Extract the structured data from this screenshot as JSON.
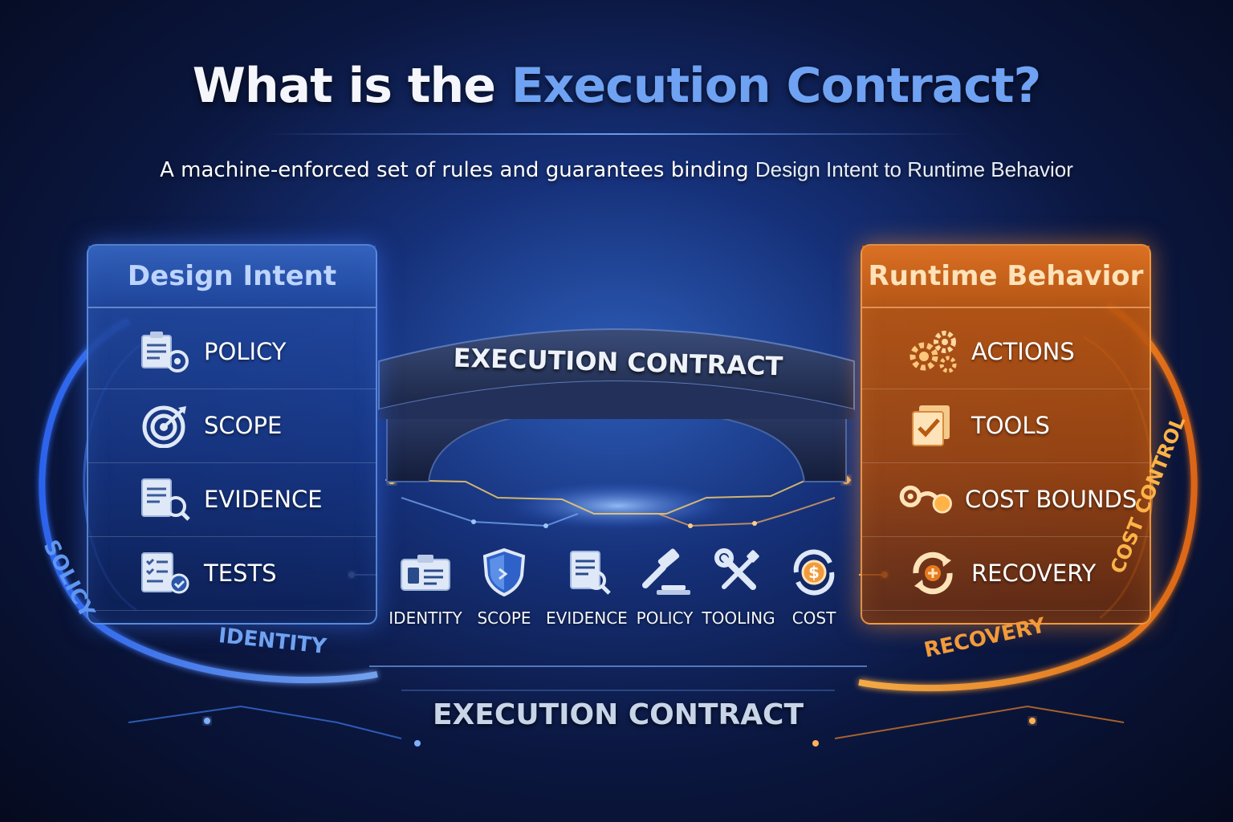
{
  "title": {
    "lead": "What is the ",
    "highlight": "Execution Contract?"
  },
  "subtitle": {
    "lead": "A machine-enforced set of rules and guarantees binding ",
    "tail": "Design Intent to Runtime Behavior"
  },
  "left_panel": {
    "title": "Design Intent",
    "items": [
      {
        "label": "POLICY",
        "icon": "clipboard-gear-icon"
      },
      {
        "label": "SCOPE",
        "icon": "target-icon"
      },
      {
        "label": "EVIDENCE",
        "icon": "document-magnifier-icon"
      },
      {
        "label": "TESTS",
        "icon": "checklist-icon"
      }
    ]
  },
  "right_panel": {
    "title": "Runtime Behavior",
    "items": [
      {
        "label": "ACTIONS",
        "icon": "gears-icon"
      },
      {
        "label": "TOOLS",
        "icon": "checked-box-icon"
      },
      {
        "label": "COST BOUNDS",
        "icon": "coin-link-icon"
      },
      {
        "label": "RECOVERY",
        "icon": "recovery-cycle-icon"
      }
    ]
  },
  "bridge": {
    "label": "EXECUTION CONTRACT"
  },
  "center_items": [
    {
      "label": "IDENTITY",
      "icon": "id-card-icon"
    },
    {
      "label": "SCOPE",
      "icon": "shield-icon"
    },
    {
      "label": "EVIDENCE",
      "icon": "document-search-icon"
    },
    {
      "label": "POLICY",
      "icon": "gavel-icon"
    },
    {
      "label": "TOOLING",
      "icon": "wrench-screwdriver-icon"
    },
    {
      "label": "COST",
      "icon": "dollar-cycle-icon"
    }
  ],
  "arc_labels": {
    "left_outer": "SOLICY",
    "left_bottom": "IDENTITY",
    "right_outer": "COST CONTROL",
    "right_bottom": "RECOVERY"
  },
  "bottom_label": "EXECUTION CONTRACT",
  "colors": {
    "blue_accent": "#6fa2f2",
    "orange_accent": "#f29a3a"
  }
}
